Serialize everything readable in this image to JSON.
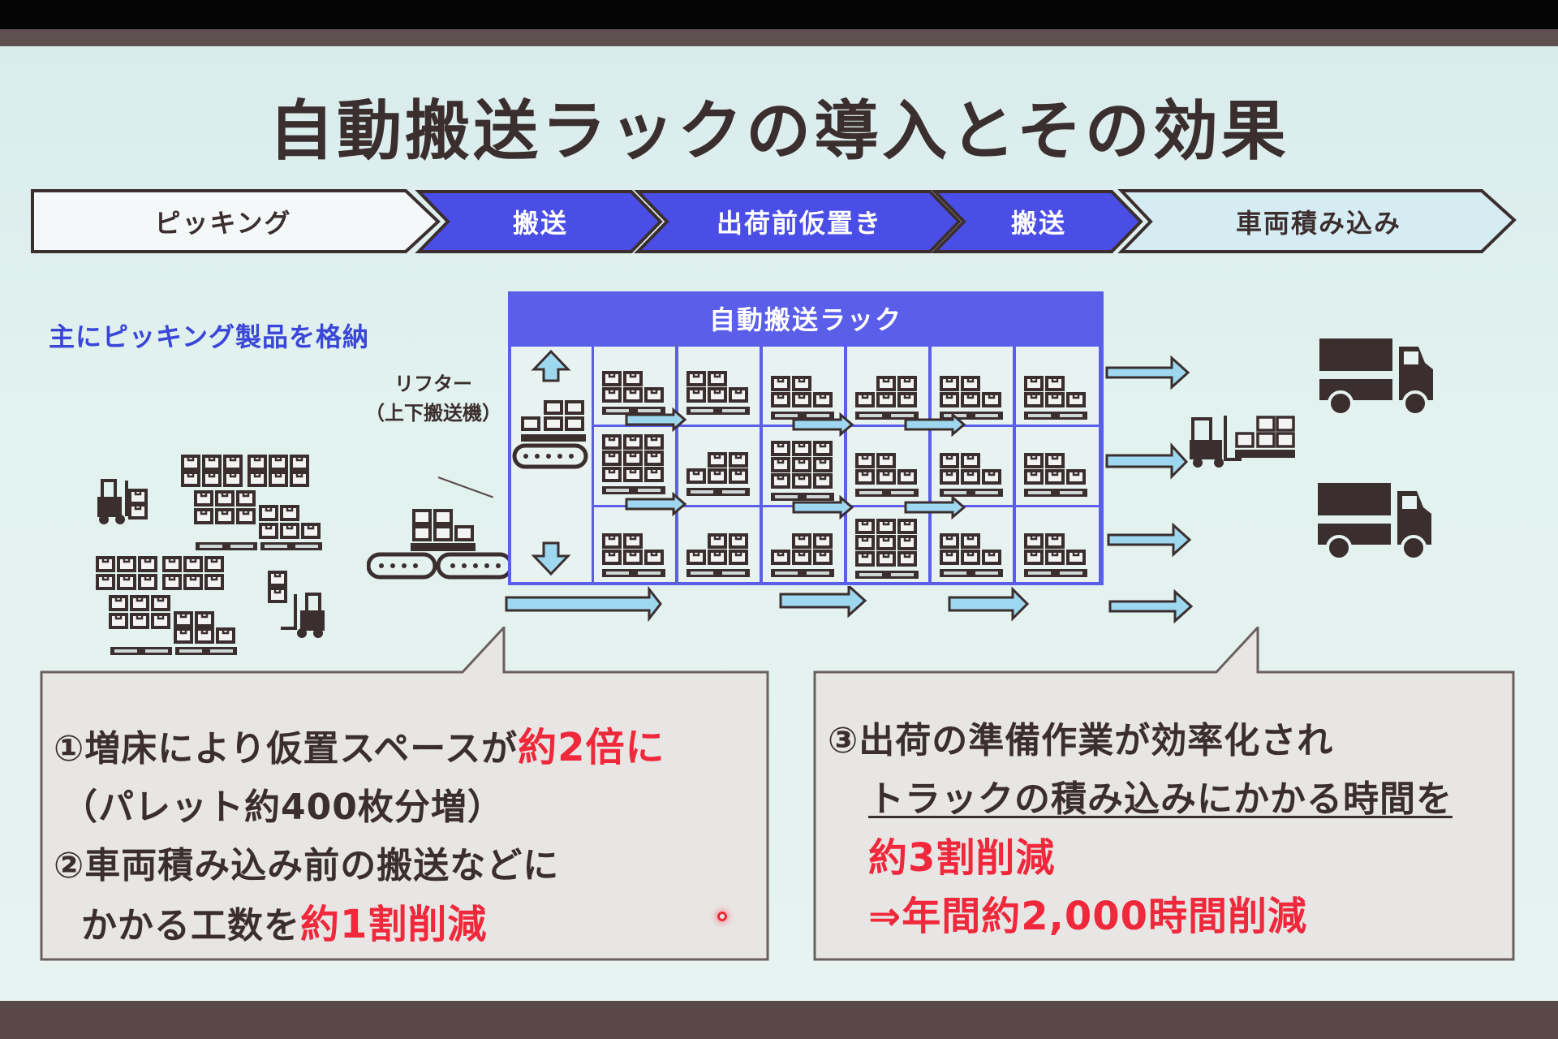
{
  "slide": {
    "title": "自動搬送ラックの導入とその効果",
    "process_steps": [
      {
        "label": "ピッキング",
        "style": "white"
      },
      {
        "label": "搬送",
        "style": "blue"
      },
      {
        "label": "出荷前仮置き",
        "style": "blue"
      },
      {
        "label": "搬送",
        "style": "blue"
      },
      {
        "label": "車両積み込み",
        "style": "light"
      }
    ],
    "left_area_label": "主にピッキング製品を格納",
    "lifter_label_line1": "リフター",
    "lifter_label_line2": "（上下搬送機）",
    "rack_title": "自動搬送ラック",
    "callout_left": {
      "item1_prefix": "①増床により仮置スペースが",
      "item1_highlight": "約2倍に",
      "item1_note": "（パレット約400枚分増）",
      "item2_line1": "②車両積み込み前の搬送などに",
      "item2_prefix": "かかる工数を",
      "item2_highlight": "約1割削減"
    },
    "callout_right": {
      "item3_line1": "③出荷の準備作業が効率化され",
      "item3_line2": "トラックの積み込みにかかる時間を",
      "item3_highlight1": "約3割削減",
      "item3_highlight2": "⇒年間約2,000時間削減"
    },
    "icons": [
      "forklift-icon",
      "pallet-boxes-icon",
      "conveyor-icon",
      "up-arrow-icon",
      "down-arrow-icon",
      "right-arrow-icon",
      "truck-icon"
    ]
  },
  "colors": {
    "title_text": "#3b2e2e",
    "step_blue": "#4a4ee6",
    "step_light": "#d6ecf3",
    "rack_blue": "#5a5ee8",
    "arrow_fill": "#9ed8f0",
    "highlight_red": "#f0283c",
    "note_blue": "#3a46d8"
  }
}
